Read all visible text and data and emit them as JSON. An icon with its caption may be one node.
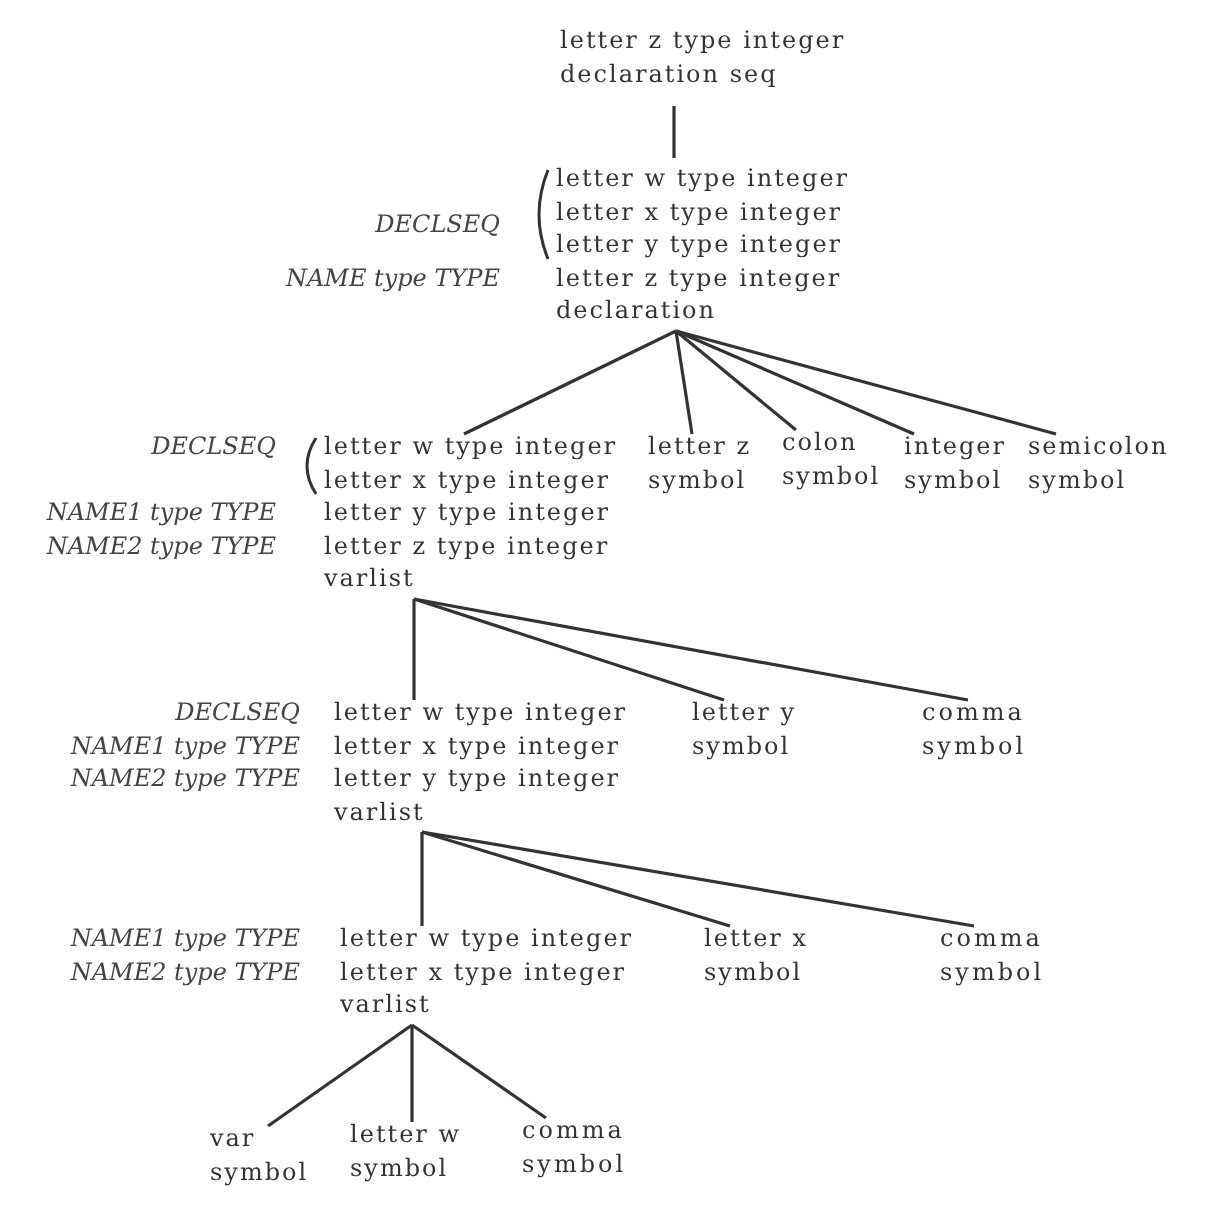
{
  "diagram": {
    "nodes": [
      {
        "text": [
          "letter z type integer declaration seq"
        ]
      },
      {
        "text": [
          "letter w type integer letter x type integer letter y type integer letter z type integer declaration"
        ],
        "beside": [
          "DECLSEQ",
          "NAME type TYPE"
        ]
      },
      {
        "text": [
          "letter w type integer letter x type integer letter y type integer letter z type integer varlist"
        ],
        "beside": [
          "DECLSEQ",
          "NAME1 type TYPE",
          "NAME2 type TYPE"
        ]
      },
      {
        "text": [
          "letter z symbol"
        ]
      },
      {
        "text": [
          "colon symbol"
        ]
      },
      {
        "text": [
          "integer symbol"
        ]
      },
      {
        "text": [
          "semicolon symbol"
        ]
      },
      {
        "text": [
          "letter w type integer letter x type integer letter y type integer varlist"
        ],
        "beside": [
          "DECLSEQ",
          "NAME1 type TYPE",
          "NAME2 type TYPE"
        ]
      },
      {
        "text": [
          "letter y symbol"
        ]
      },
      {
        "text": [
          "comma symbol"
        ]
      },
      {
        "text": [
          "letter w type integer letter x type integer varlist"
        ],
        "beside": [
          "NAME1 type TYPE",
          "NAME2 type TYPE"
        ]
      },
      {
        "text": [
          "letter x symbol"
        ]
      },
      {
        "text": [
          "comma symbol"
        ]
      },
      {
        "text": [
          "var symbol"
        ]
      },
      {
        "text": [
          "letter w symbol"
        ]
      },
      {
        "text": [
          "comma symbol"
        ]
      }
    ],
    "edges": [
      {
        "from": 0,
        "to": 1,
        "arrow": "none"
      },
      {
        "from": 1,
        "to": 2,
        "arrow": "none"
      },
      {
        "from": 1,
        "to": 3,
        "arrow": "none"
      },
      {
        "from": 1,
        "to": 4,
        "arrow": "none"
      },
      {
        "from": 1,
        "to": 5,
        "arrow": "none"
      },
      {
        "from": 1,
        "to": 6,
        "arrow": "none"
      },
      {
        "from": 2,
        "to": 7,
        "arrow": "none"
      },
      {
        "from": 2,
        "to": 8,
        "arrow": "none"
      },
      {
        "from": 2,
        "to": 9,
        "arrow": "none"
      },
      {
        "from": 7,
        "to": 10,
        "arrow": "none"
      },
      {
        "from": 7,
        "to": 11,
        "arrow": "none"
      },
      {
        "from": 7,
        "to": 12,
        "arrow": "none"
      },
      {
        "from": 10,
        "to": 13,
        "arrow": "none"
      },
      {
        "from": 10,
        "to": 14,
        "arrow": "none"
      },
      {
        "from": 10,
        "to": 15,
        "arrow": "none"
      }
    ]
  }
}
